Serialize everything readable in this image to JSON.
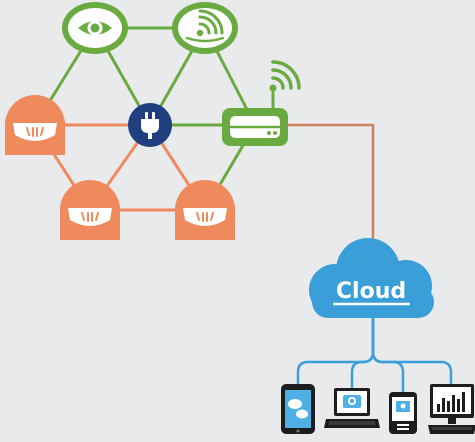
{
  "cloud": {
    "label": "Cloud"
  },
  "colors": {
    "background": "#e9eaec",
    "green": "#6aab41",
    "orange": "#ef8a5c",
    "navy": "#1f3f80",
    "cloud_blue": "#3a9fd8",
    "cloud_link": "#cf7f5f",
    "device_link": "#3a9fd8",
    "device_dark": "#1d1d1f"
  },
  "nodes": [
    {
      "id": "eye-sensor",
      "icon": "eye-icon"
    },
    {
      "id": "wireless-node",
      "icon": "wifi-waves-icon"
    },
    {
      "id": "detector-left",
      "icon": "smoke-detector-icon"
    },
    {
      "id": "smart-plug",
      "icon": "power-plug-icon"
    },
    {
      "id": "router",
      "icon": "router-icon"
    },
    {
      "id": "detector-bottom-left",
      "icon": "smoke-detector-icon"
    },
    {
      "id": "detector-bottom-right",
      "icon": "smoke-detector-icon"
    }
  ],
  "devices": [
    {
      "id": "tablet",
      "icon": "tablet-icon"
    },
    {
      "id": "laptop",
      "icon": "laptop-icon"
    },
    {
      "id": "phone",
      "icon": "phone-icon"
    },
    {
      "id": "desktop",
      "icon": "desktop-monitor-icon"
    }
  ]
}
